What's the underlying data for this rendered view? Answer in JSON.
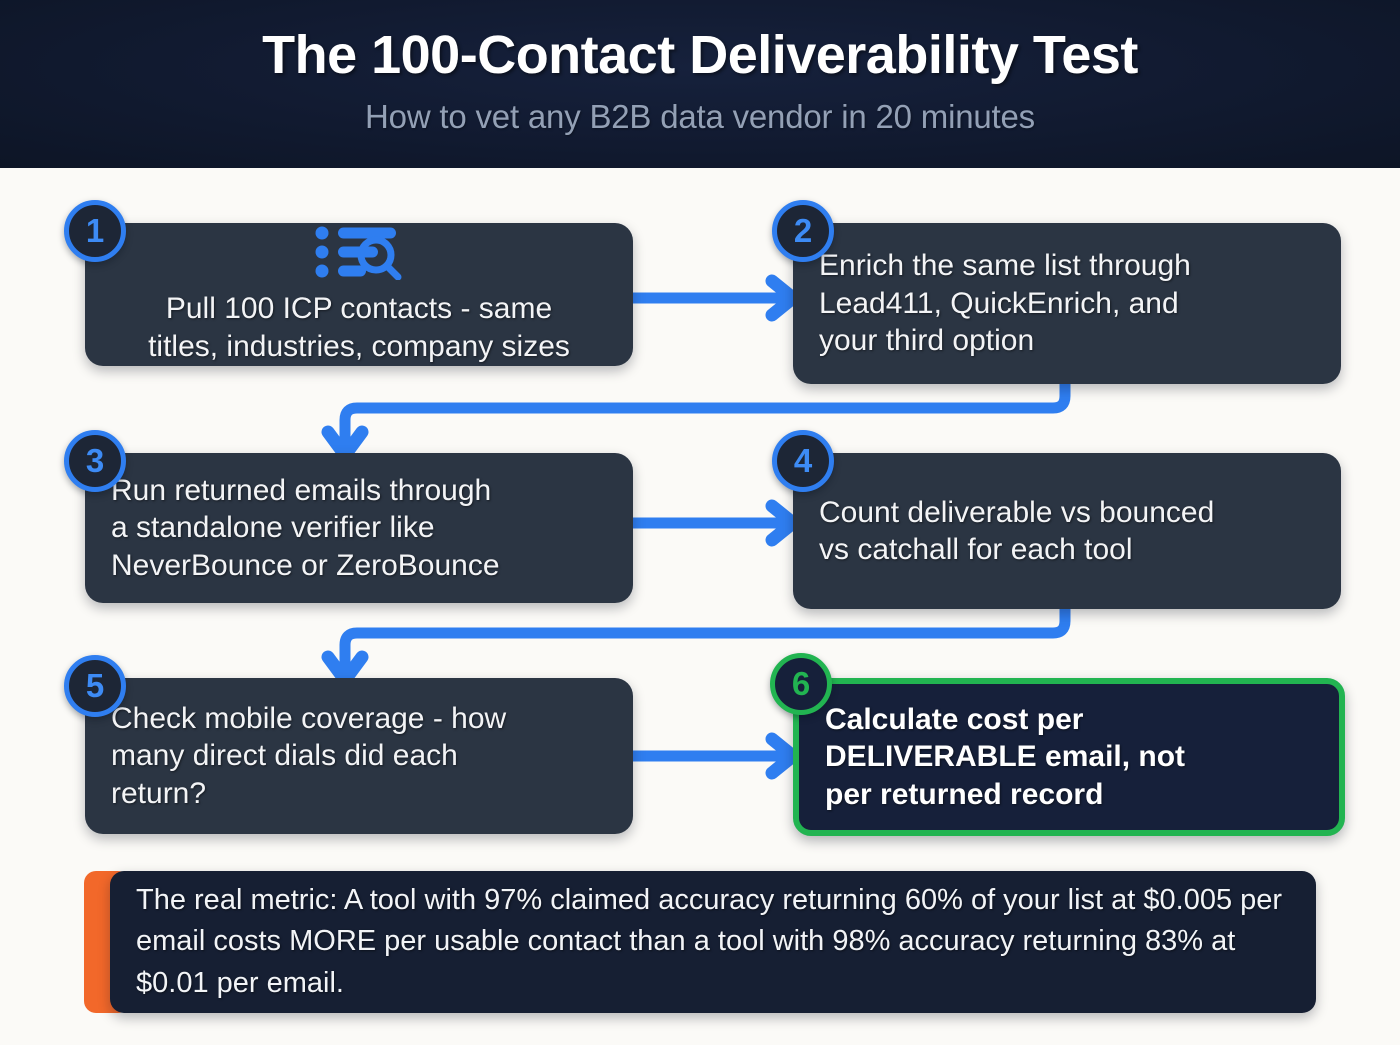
{
  "header": {
    "title": "The 100-Contact Deliverability Test",
    "subtitle": "How to vet any B2B data vendor in 20 minutes"
  },
  "colors": {
    "header_bg": "#111a30",
    "page_bg": "#fbfaf7",
    "card_bg": "#2b3543",
    "accent_blue": "#2f7ef0",
    "accent_green": "#22b451",
    "accent_orange": "#f2682a",
    "text_light": "#f3f4f6",
    "subtitle": "#93a0b5"
  },
  "steps": [
    {
      "number": "1",
      "text": "Pull 100 ICP contacts - same\ntitles, industries, company sizes",
      "icon": "list-search-icon",
      "align": "center",
      "highlight": false
    },
    {
      "number": "2",
      "text": "Enrich the same list through\nLead411, QuickEnrich, and\nyour third option",
      "icon": null,
      "align": "left",
      "highlight": false
    },
    {
      "number": "3",
      "text": "Run returned emails through\na standalone verifier like\nNeverBounce or ZeroBounce",
      "icon": null,
      "align": "left",
      "highlight": false
    },
    {
      "number": "4",
      "text": "Count deliverable vs bounced\nvs catchall for each tool",
      "icon": null,
      "align": "left",
      "highlight": false
    },
    {
      "number": "5",
      "text": "Check mobile coverage - how\nmany direct dials did each\nreturn?",
      "icon": null,
      "align": "left",
      "highlight": false
    },
    {
      "number": "6",
      "text": "Calculate cost per\nDELIVERABLE email, not\nper returned record",
      "icon": null,
      "align": "left",
      "highlight": true
    }
  ],
  "footer": {
    "text": "The real metric: A tool with 97% claimed accuracy returning 60% of your list at $0.005 per email costs MORE per usable contact than a tool with 98% accuracy returning 83% at $0.01 per email."
  }
}
